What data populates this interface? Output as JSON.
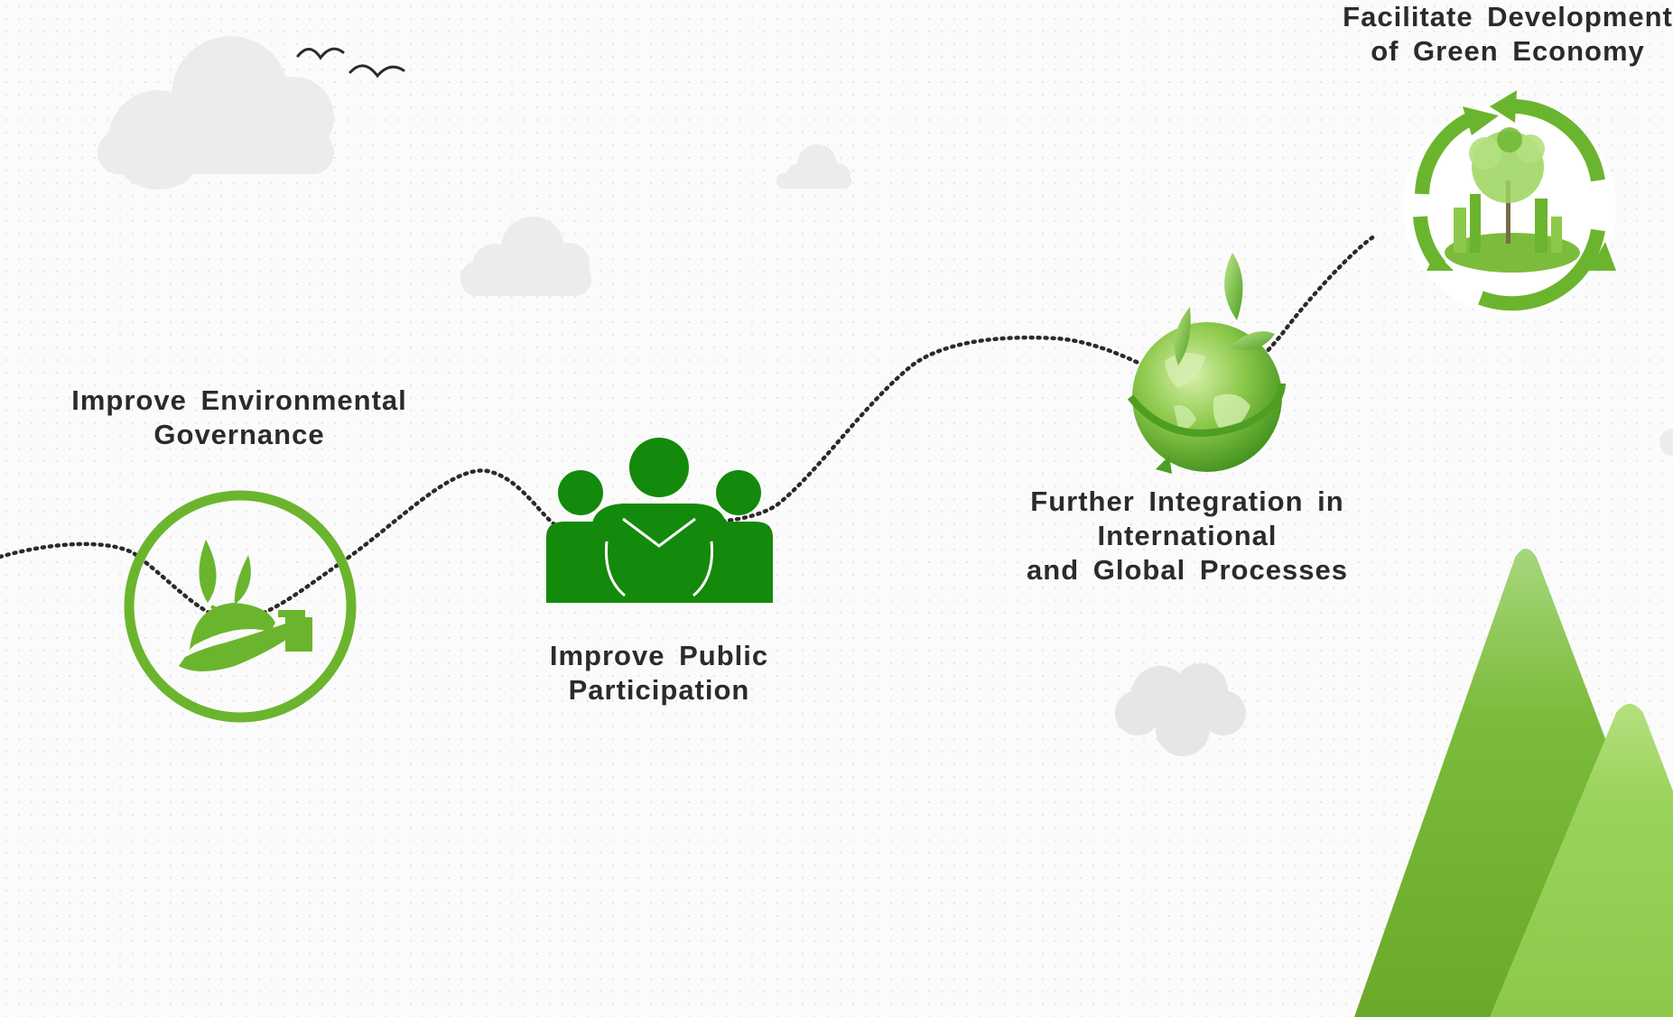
{
  "steps": [
    {
      "name": "governance",
      "icon": "hand-holding-plant-icon",
      "lines": [
        "Improve Environmental",
        "Governance"
      ]
    },
    {
      "name": "participation",
      "icon": "group-of-people-icon",
      "lines": [
        "Improve Public",
        "Participation"
      ]
    },
    {
      "name": "integration",
      "icon": "green-globe-icon",
      "lines": [
        "Further Integration in",
        "International",
        "and Global Processes"
      ]
    },
    {
      "name": "green-economy",
      "icon": "recycle-city-tree-icon",
      "lines": [
        "Facilitate Development",
        "of Green Economy"
      ]
    }
  ],
  "colors": {
    "dark_green": "#138a0b",
    "mid_green": "#6bb52e",
    "light_green": "#94cf4f",
    "text": "#2b2b2b",
    "cloud": "#ececec"
  }
}
